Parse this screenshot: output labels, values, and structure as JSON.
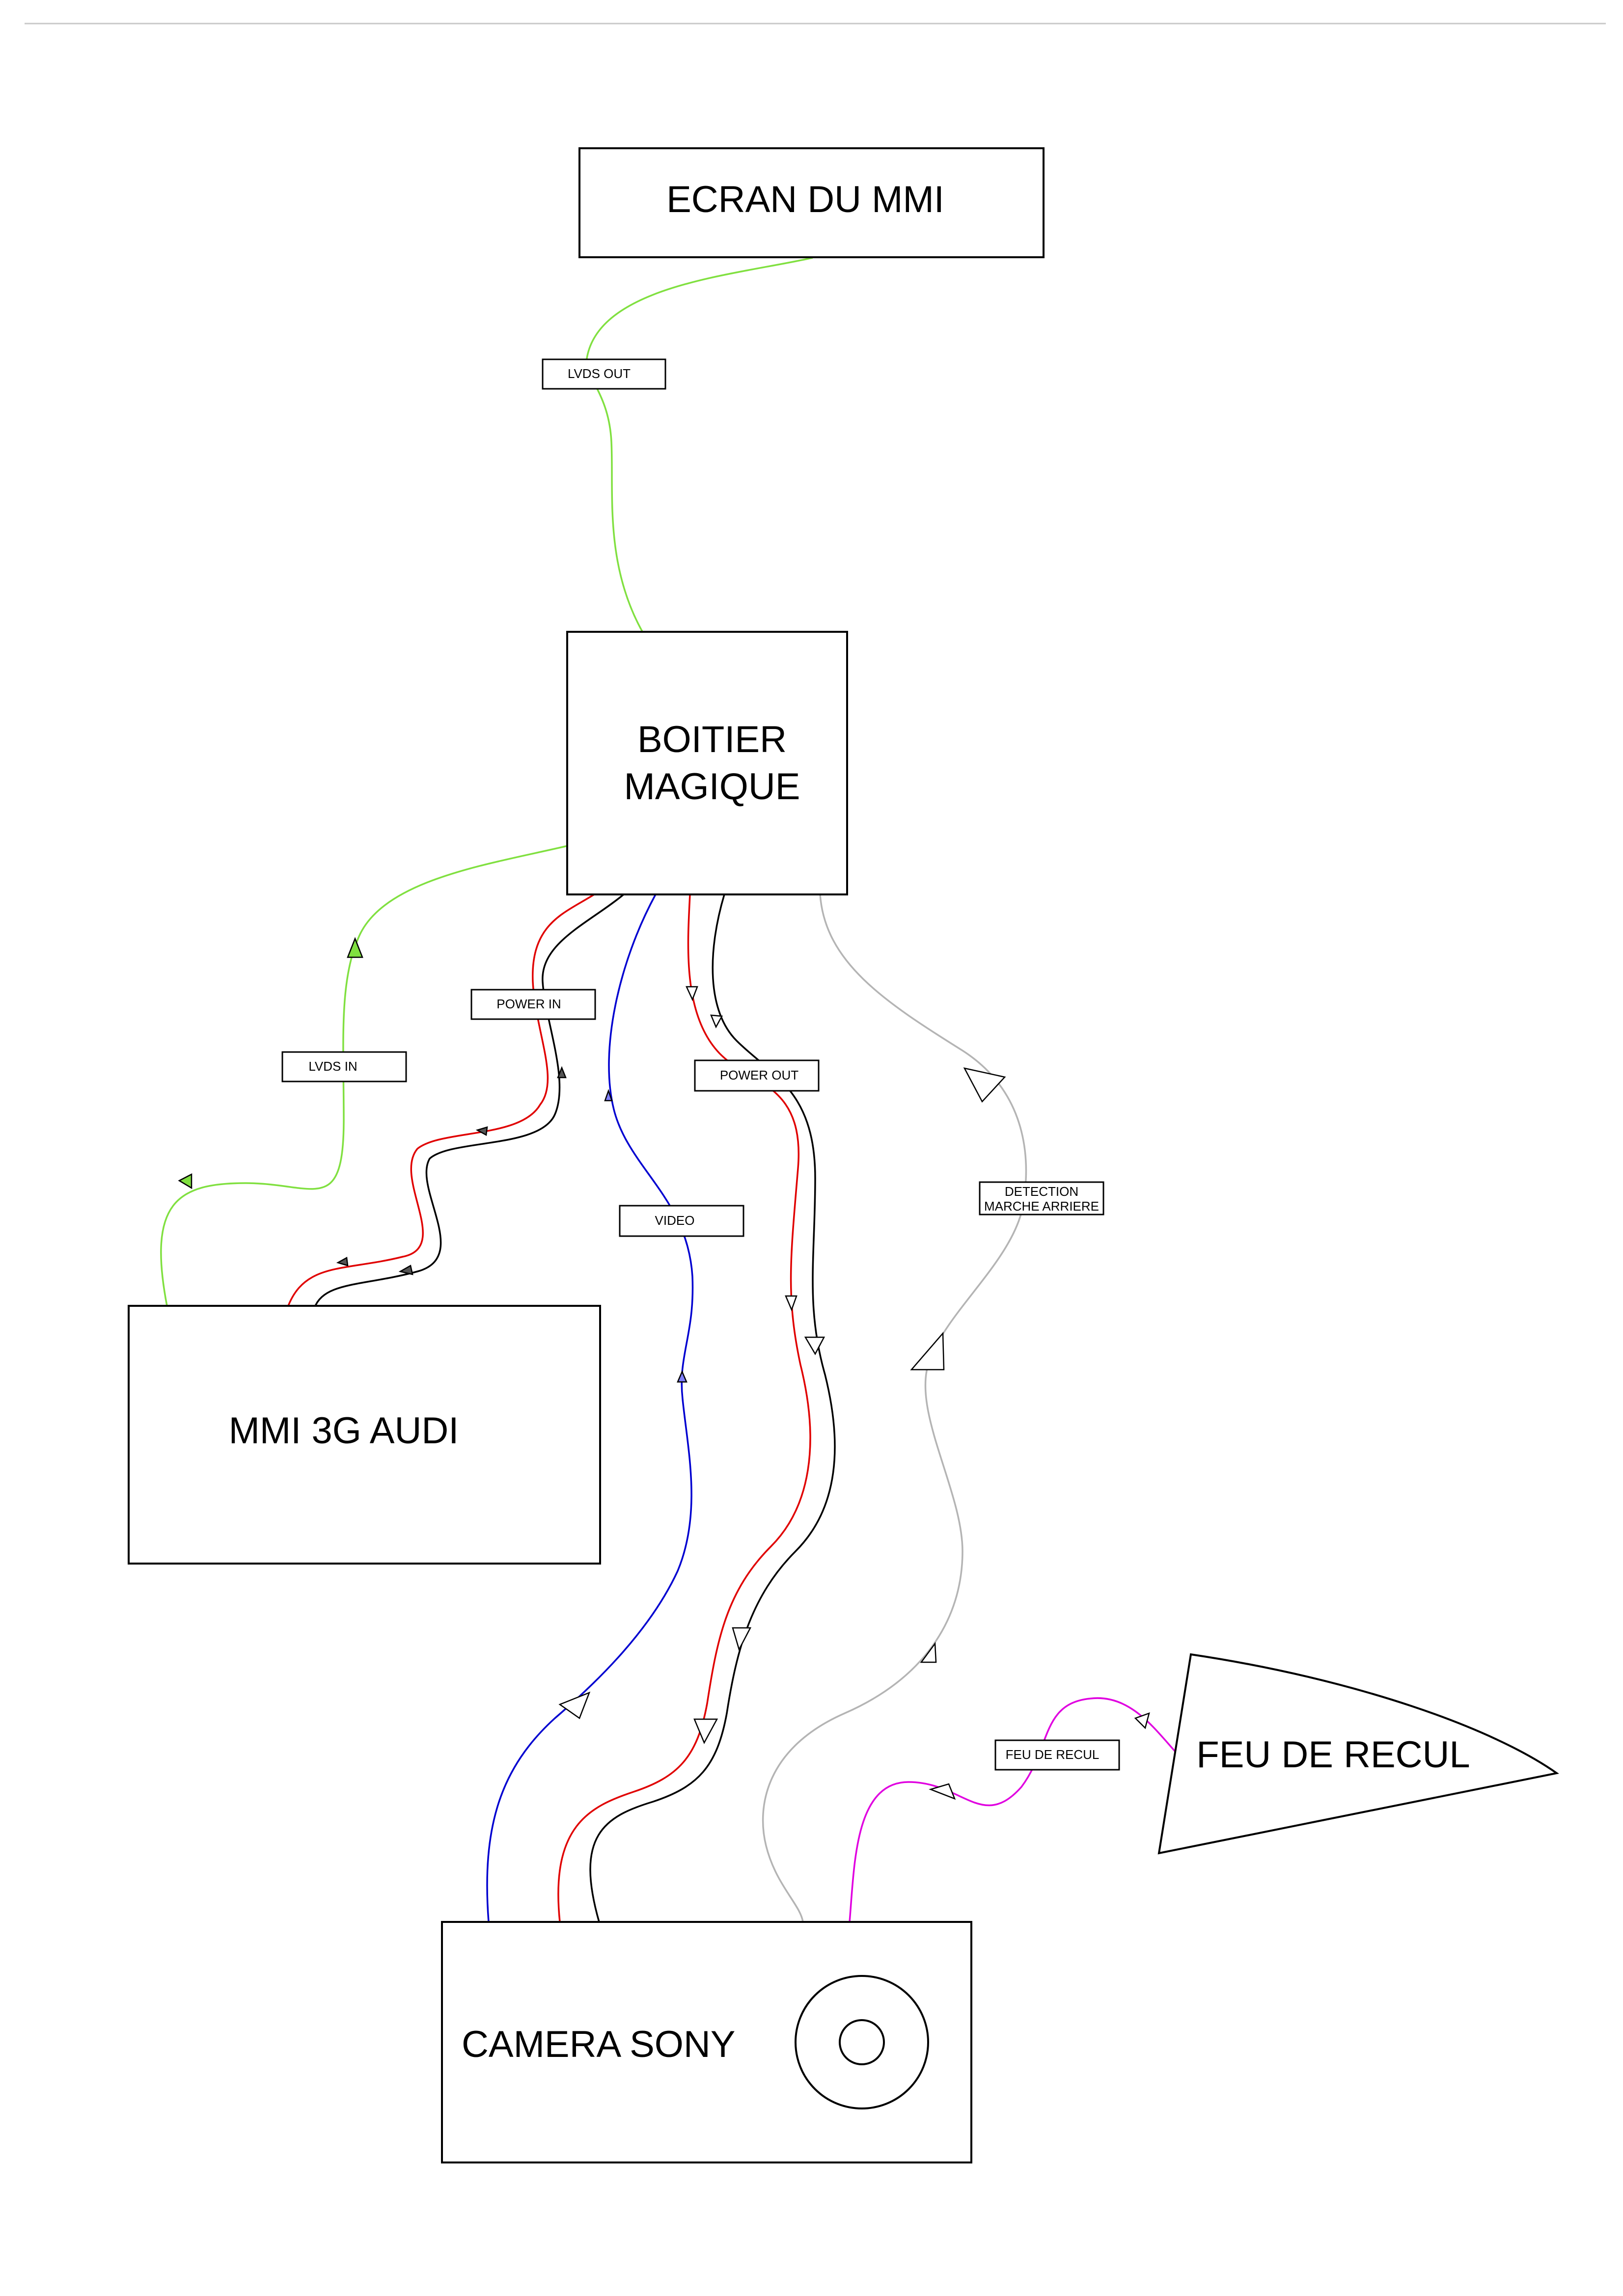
{
  "nodes": {
    "ecran": "ECRAN DU MMI",
    "boitier_line1": "BOITIER",
    "boitier_line2": "MAGIQUE",
    "mmi": "MMI 3G AUDI",
    "camera": "CAMERA SONY",
    "feu": "FEU DE RECUL"
  },
  "labels": {
    "lvds_out": "LVDS OUT",
    "lvds_in": "LVDS IN",
    "power_in": "POWER IN",
    "power_out": "POWER OUT",
    "video": "VIDEO",
    "detection_line1": "DETECTION",
    "detection_line2": "MARCHE ARRIERE",
    "feu_de_recul": "FEU DE RECUL"
  },
  "colors": {
    "lvds": "#80e040",
    "power_positive": "#e00000",
    "power_negative": "#000000",
    "video": "#0000d0",
    "detection": "#b4b4b4",
    "feu": "#e000e0"
  }
}
